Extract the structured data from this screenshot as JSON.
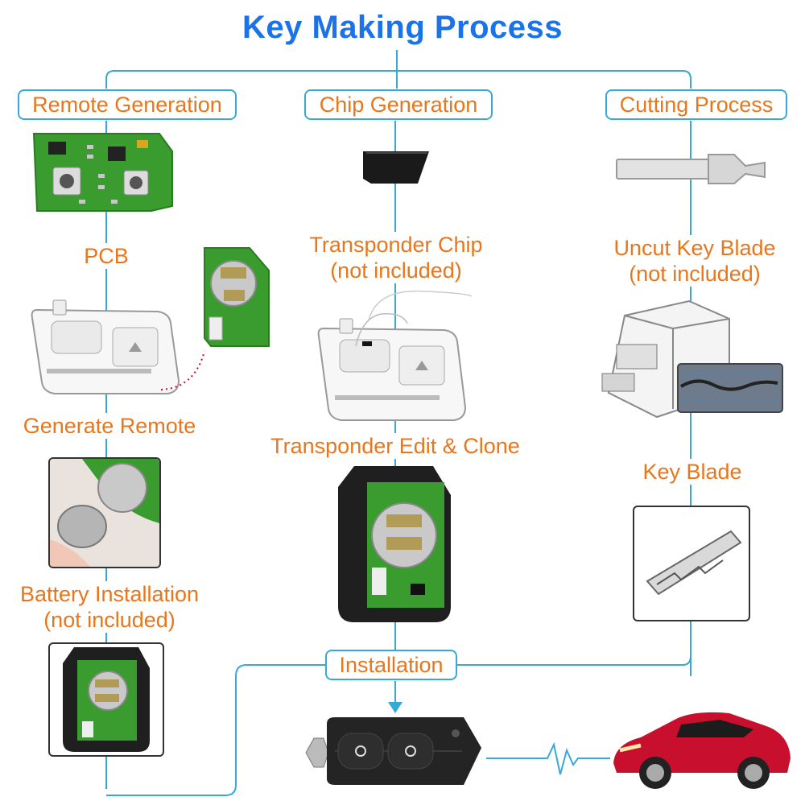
{
  "title": "Key Making Process",
  "columns": {
    "remote": {
      "header": "Remote Generation",
      "step1": "PCB",
      "step2": "Generate Remote",
      "step3_line1": "Battery Installation",
      "step3_line2": "(not included)"
    },
    "chip": {
      "header": "Chip Generation",
      "step1_line1": "Transponder Chip",
      "step1_line2": "(not included)",
      "step2": "Transponder Edit & Clone"
    },
    "cutting": {
      "header": "Cutting Process",
      "step1_line1": "Uncut Key Blade",
      "step1_line2": "(not included)",
      "step2": "Key Blade"
    }
  },
  "final": {
    "label": "Installation"
  },
  "colors": {
    "title": "#1a73e8",
    "label": "#e8761c",
    "connector": "#36a9d6",
    "pcb": "#3a9b2e",
    "car": "#c8102e"
  },
  "icons": {
    "pcb": "green-circuit-board",
    "programmer": "key-programmer-device",
    "chip": "transponder-chip",
    "blade": "uncut-key-blade",
    "cutter": "key-cutting-machine",
    "remote": "flip-key-remote",
    "car": "red-sports-car",
    "signal": "signal-pulse"
  }
}
